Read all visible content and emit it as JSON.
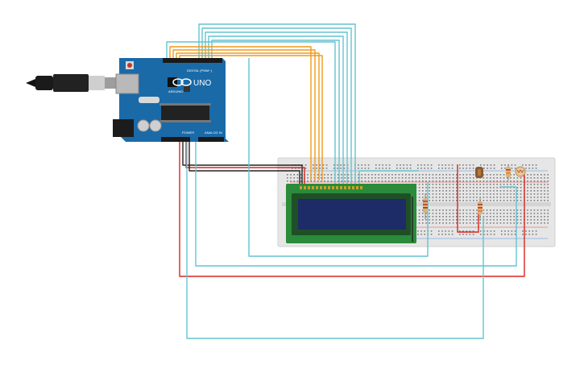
{
  "board": {
    "model_label": "UNO",
    "brand_label": "ARDUINO",
    "digital_label": "DIGITAL (PWM~)",
    "power_label": "POWER",
    "analog_label": "ANALOG IN",
    "color": "#1a6aa8"
  },
  "breadboard": {
    "color": "#e6e6e6"
  },
  "lcd": {
    "bezel_color": "#1f4f27",
    "screen_color": "#1d2c67",
    "pcb_color": "#2a8b3a"
  },
  "wire_colors": {
    "signal": "#63c4cf",
    "data": "#f09a1b",
    "power": "#d8261f",
    "ground": "#222222"
  },
  "components": {
    "resistors": [
      "lcd-backlight-resistor",
      "ldr-divider-resistor",
      "pull-resistor"
    ],
    "photoresistor": "ldr",
    "potentiometer": "contrast-knob"
  }
}
